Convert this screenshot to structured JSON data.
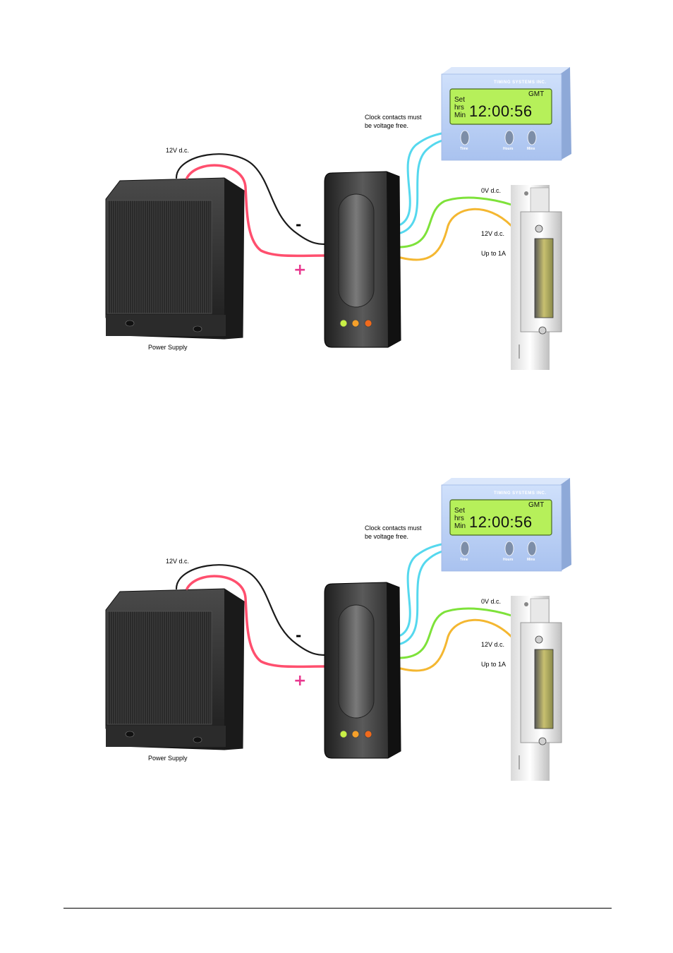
{
  "diagrams": [
    {
      "clock_note": "Clock contacts must be voltage free.",
      "supply_voltage": "12V d.c.",
      "minus_sign": "-",
      "plus_sign": "+",
      "power_supply_label": "Power Supply",
      "lock_0v": "0V d.c.",
      "lock_12v": "12V d.c.",
      "lock_current": "Up to 1A",
      "clock": {
        "brand": "TIMING SYSTEMS INC.",
        "set": "Set",
        "hrs": "hrs",
        "min": "Min",
        "zone": "GMT",
        "time": "12:00:56",
        "btn_time": "Time",
        "btn_hours": "Hours",
        "btn_mins": "Mins"
      }
    },
    {
      "clock_note": "Clock contacts must be voltage free.",
      "supply_voltage": "12V d.c.",
      "minus_sign": "-",
      "plus_sign": "+",
      "power_supply_label": "Power Supply",
      "lock_0v": "0V d.c.",
      "lock_12v": "12V d.c.",
      "lock_current": "Up to 1A",
      "clock": {
        "brand": "TIMING SYSTEMS INC.",
        "set": "Set",
        "hrs": "hrs",
        "min": "Min",
        "zone": "GMT",
        "time": "12:00:56",
        "btn_time": "Time",
        "btn_hours": "Hours",
        "btn_mins": "Mins"
      }
    }
  ],
  "colors": {
    "wire_black": "#1a1a1a",
    "wire_red": "#ff4f6e",
    "wire_cyan": "#55d8ee",
    "wire_green": "#7ee23a",
    "wire_yellow": "#f4b731",
    "plus_magenta": "#e8398f",
    "lcd_green": "#b6f05a",
    "clock_blue": "#bcd3f5"
  }
}
